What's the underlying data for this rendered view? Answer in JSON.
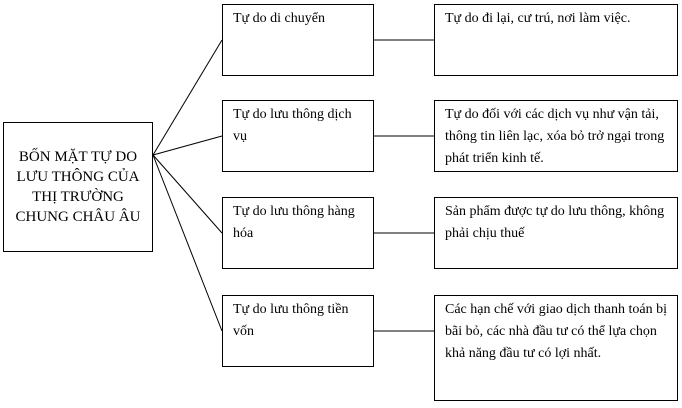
{
  "root": {
    "label": "BỐN MẶT TỰ DO LƯU THÔNG CỦA THỊ TRƯỜNG CHUNG CHÂU ÂU"
  },
  "freedoms": [
    {
      "name": "Tự do di chuyển",
      "desc": "Tự do đi lại, cư trú, nơi làm việc."
    },
    {
      "name": "Tự do lưu thông dịch vụ",
      "desc": "Tự do đối với các dịch vụ như vận tải, thông tin liên lạc, xóa bỏ trở ngại trong phát triển kinh tế."
    },
    {
      "name": "Tự do lưu thông hàng hóa",
      "desc": "Sản phẩm được tự do lưu thông, không phải chịu thuế"
    },
    {
      "name": "Tự do lưu thông tiền vốn",
      "desc": "Các hạn chế với giao dịch thanh toán bị bãi bỏ, các nhà đầu tư có thể lựa chọn khả năng đầu tư có lợi nhất."
    }
  ]
}
